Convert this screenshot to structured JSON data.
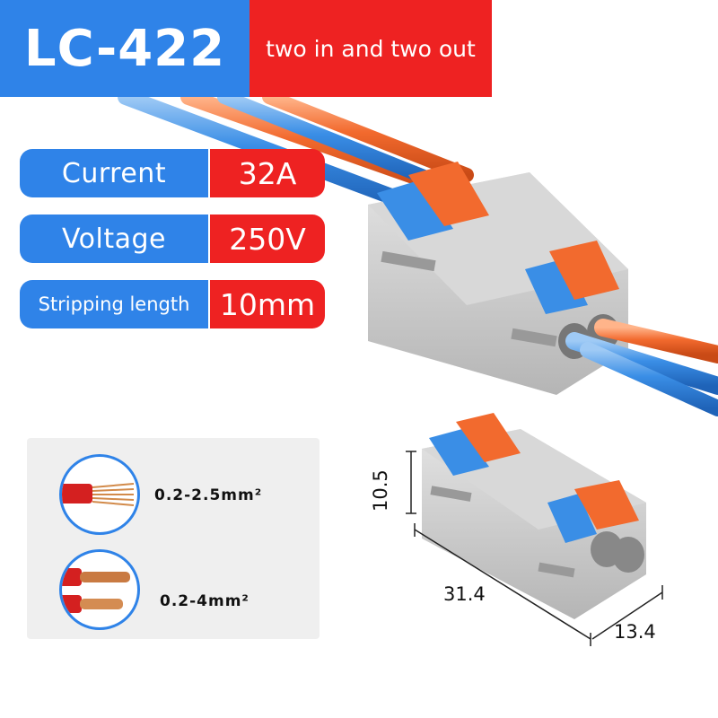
{
  "header": {
    "model": "LC-422",
    "description": "two in and two out"
  },
  "specs": [
    {
      "label": "Current",
      "value": "32A"
    },
    {
      "label": "Voltage",
      "value": "250V"
    },
    {
      "label": "Stripping length",
      "value": "10mm"
    }
  ],
  "wire_ranges": [
    {
      "text": "0.2-2.5mm²",
      "icon": "stranded-wire-icon"
    },
    {
      "text": "0.2-4mm²",
      "icon": "solid-wire-icon"
    }
  ],
  "dimensions": {
    "height": "10.5",
    "length": "31.4",
    "width": "13.4"
  },
  "colors": {
    "blue": "#2f83e8",
    "red": "#ee2222",
    "wire_blue": "#3a8ee6",
    "wire_orange": "#f26a2e",
    "housing": "#c9c9c9"
  }
}
